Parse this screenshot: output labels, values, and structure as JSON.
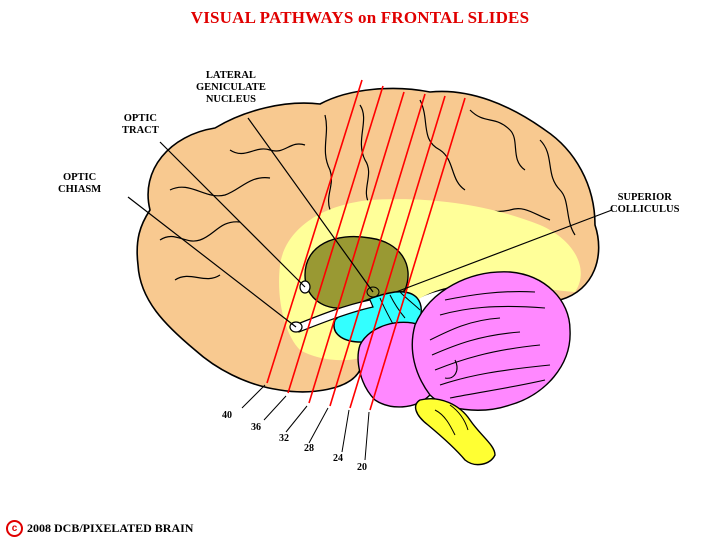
{
  "title": "VISUAL PATHWAYS on FRONTAL SLIDES",
  "labels": {
    "lateral_geniculate": [
      "LATERAL",
      "GENICULATE",
      "NUCLEUS"
    ],
    "optic_tract": [
      "OPTIC",
      "TRACT"
    ],
    "optic_chiasm": [
      "OPTIC",
      "CHIASM"
    ],
    "superior_colliculus": [
      "SUPERIOR",
      "COLLICULUS"
    ]
  },
  "slide_numbers": [
    "40",
    "36",
    "32",
    "28",
    "24",
    "20"
  ],
  "copyright": {
    "symbol": "c",
    "text": "2008  DCB/PIXELATED BRAIN"
  },
  "colors": {
    "cortex": "#f8c990",
    "white_matter_halo": "#ffff99",
    "thalamus": "#999933",
    "brainstem_cyan": "#33ffff",
    "cerebellum": "#ff88ff",
    "medulla": "#ffff33",
    "slice_lines": "#ff0000",
    "title": "#e00000"
  }
}
